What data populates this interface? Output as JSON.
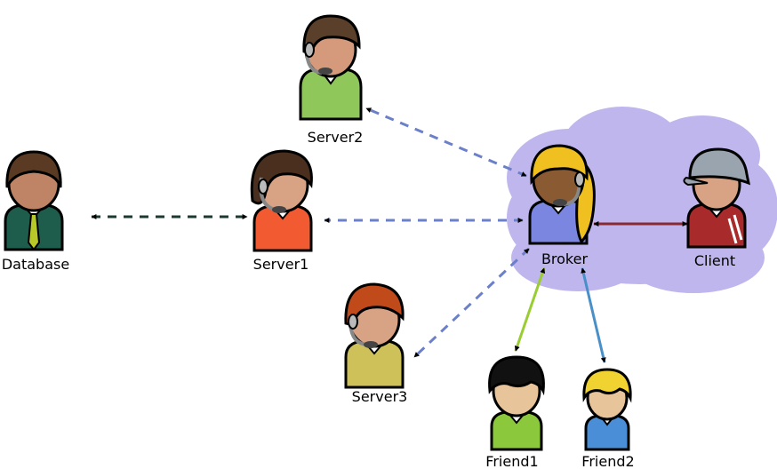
{
  "diagram": {
    "nodes": {
      "server2": {
        "label": "Server2",
        "shirt": "#8fc75b",
        "hair": "#5a3f2a",
        "headset": true
      },
      "database": {
        "label": "Database",
        "shirt": "#1e5c4c",
        "hair": "#5a3a22",
        "tie": "#b7c928"
      },
      "server1": {
        "label": "Server1",
        "shirt": "#f25a32",
        "hair": "#4a2f1e",
        "headset": true
      },
      "broker": {
        "label": "Broker",
        "shirt": "#7b86e0",
        "hair": "#f0c020",
        "headset": true
      },
      "client": {
        "label": "Client",
        "shirt": "#a82a2a",
        "hair": "#9aa4ae",
        "cap": true
      },
      "server3": {
        "label": "Server3",
        "shirt": "#cfc15a",
        "hair": "#c04a1a",
        "headset": true
      },
      "friend1": {
        "label": "Friend1",
        "shirt": "#8cc83c",
        "hair": "#111111"
      },
      "friend2": {
        "label": "Friend2",
        "shirt": "#4a8ed8",
        "hair": "#f0d230"
      }
    },
    "edges": [
      {
        "from": "database",
        "to": "server1",
        "color": "#1c3a30",
        "dashed": true
      },
      {
        "from": "broker",
        "to": "server1",
        "color": "#6b80c8",
        "dashed": true
      },
      {
        "from": "broker",
        "to": "server2",
        "color": "#6b80c8",
        "dashed": true
      },
      {
        "from": "broker",
        "to": "server3",
        "color": "#6b80c8",
        "dashed": true
      },
      {
        "from": "broker",
        "to": "client",
        "color": "#8a2a30",
        "dashed": false
      },
      {
        "from": "broker",
        "to": "friend1",
        "color": "#9acd32",
        "dashed": false
      },
      {
        "from": "broker",
        "to": "friend2",
        "color": "#4a90c8",
        "dashed": false
      }
    ],
    "cloud_color": "#bfb6ee"
  }
}
